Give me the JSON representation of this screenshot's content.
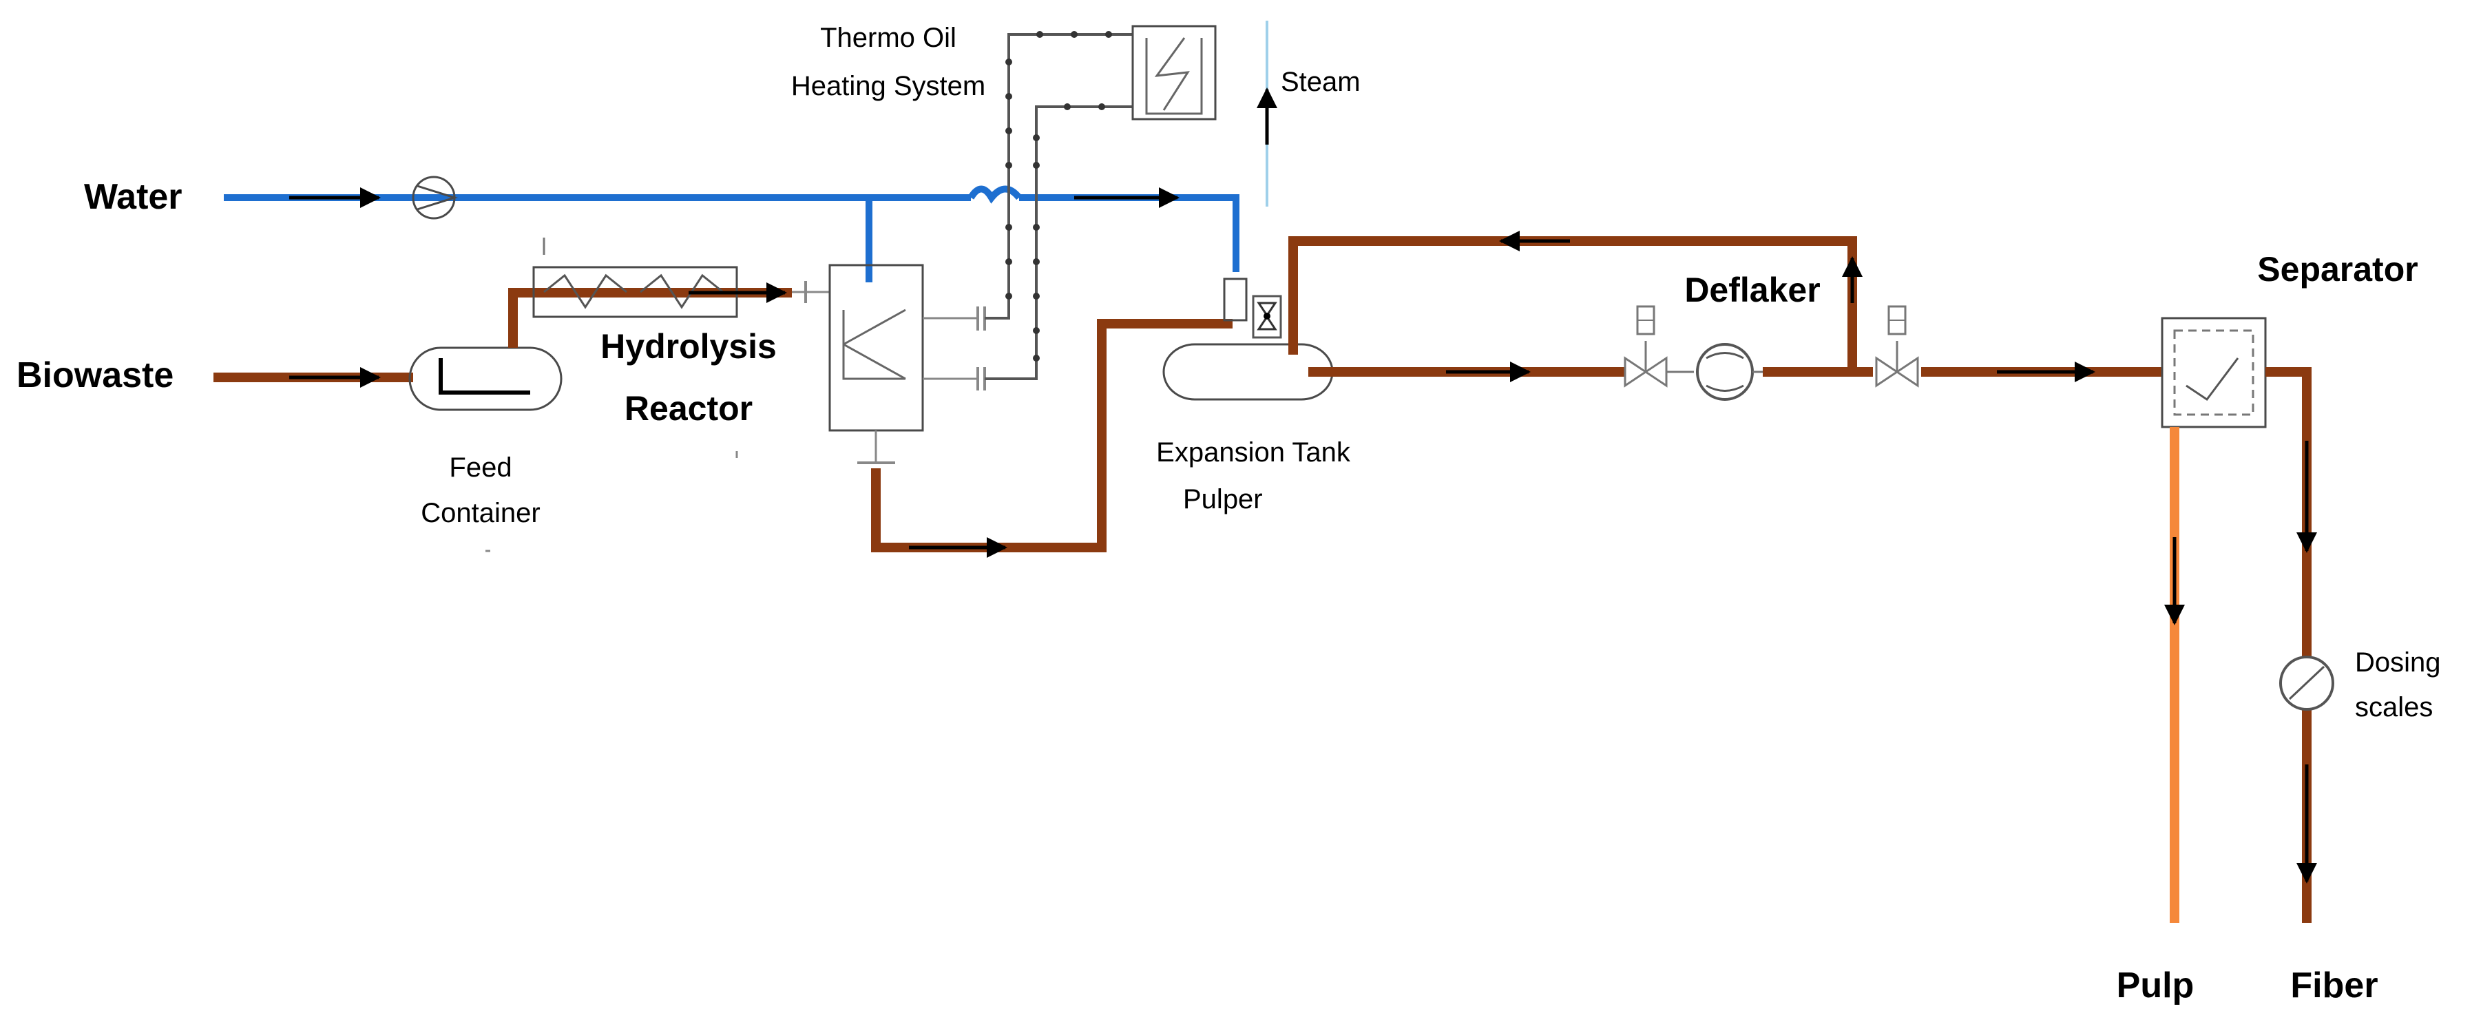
{
  "labels": {
    "water": "Water",
    "biowaste": "Biowaste",
    "hydrolysis_reactor_line1": "Hydrolysis",
    "hydrolysis_reactor_line2": "Reactor",
    "feed_container_line1": "Feed",
    "feed_container_line2": "Container",
    "thermo_oil_line1": "Thermo Oil",
    "thermo_oil_line2": "Heating System",
    "steam": "Steam",
    "expansion_tank_line1": "Expansion Tank",
    "expansion_tank_line2": "Pulper",
    "deflaker": "Deflaker",
    "separator": "Separator",
    "dosing_scales_line1": "Dosing",
    "dosing_scales_line2": "scales",
    "pulp": "Pulp",
    "fiber": "Fiber"
  },
  "colors": {
    "biowaste_pipe": "#8b3a10",
    "water_pipe": "#1e6fd0",
    "pulp_pipe": "#f5883a",
    "steam_line": "#9fd0ea",
    "thermo_oil_line": "#555555"
  }
}
